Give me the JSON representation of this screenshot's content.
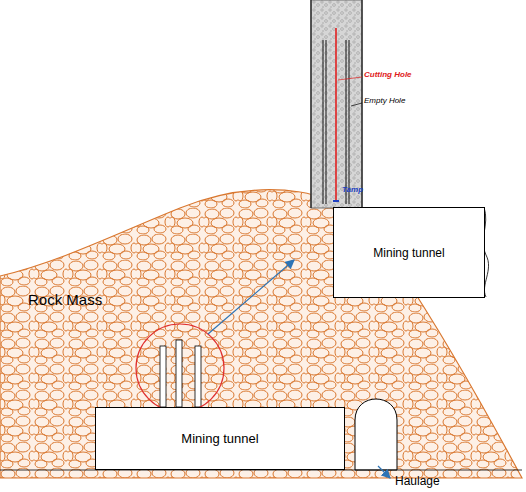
{
  "diagram": {
    "nodes": [
      {
        "text": [
          "Mining tunnel"
        ]
      },
      {
        "text": [
          "Mining tunnel"
        ]
      }
    ],
    "labels": [
      "Cutting Hole",
      "Empty Hole",
      "Tamp",
      "Rock Mass",
      "Haulage"
    ]
  }
}
